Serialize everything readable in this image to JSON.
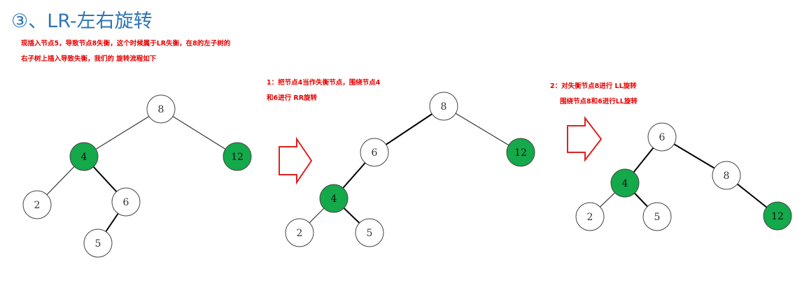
{
  "title": "③、LR-左右旋转",
  "intro_lines": [
    "现插入节点5，导致节点8失衡，这个时候属于LR失衡，在8的左子树的",
    "右子树上插入导致失衡，我们的 旋转流程如下"
  ],
  "step1_lines": [
    "1：把节点4当作失衡节点，围绕节点4",
    "和6进行 RR旋转"
  ],
  "step2_lines": [
    "2：对失衡节点8进行 LL旋转",
    "围绕节点8和6进行LL旋转"
  ],
  "colors": {
    "title": "#2e75b6",
    "note": "#e60000",
    "highlight_node": "#14a94a",
    "arrow": "#e02020"
  },
  "trees": [
    {
      "name": "initial",
      "nodes": [
        {
          "id": "n8",
          "label": "8",
          "highlight": false
        },
        {
          "id": "n4",
          "label": "4",
          "highlight": true
        },
        {
          "id": "n12",
          "label": "12",
          "highlight": true
        },
        {
          "id": "n2",
          "label": "2",
          "highlight": false
        },
        {
          "id": "n6",
          "label": "6",
          "highlight": false
        },
        {
          "id": "n5",
          "label": "5",
          "highlight": false
        }
      ]
    },
    {
      "name": "after-rr",
      "nodes": [
        {
          "id": "n8",
          "label": "8",
          "highlight": false
        },
        {
          "id": "n6",
          "label": "6",
          "highlight": false
        },
        {
          "id": "n12",
          "label": "12",
          "highlight": true
        },
        {
          "id": "n4",
          "label": "4",
          "highlight": true
        },
        {
          "id": "n2",
          "label": "2",
          "highlight": false
        },
        {
          "id": "n5",
          "label": "5",
          "highlight": false
        }
      ]
    },
    {
      "name": "after-ll",
      "nodes": [
        {
          "id": "n6",
          "label": "6",
          "highlight": false
        },
        {
          "id": "n4",
          "label": "4",
          "highlight": true
        },
        {
          "id": "n8",
          "label": "8",
          "highlight": false
        },
        {
          "id": "n2",
          "label": "2",
          "highlight": false
        },
        {
          "id": "n5",
          "label": "5",
          "highlight": false
        },
        {
          "id": "n12",
          "label": "12",
          "highlight": true
        }
      ]
    }
  ]
}
